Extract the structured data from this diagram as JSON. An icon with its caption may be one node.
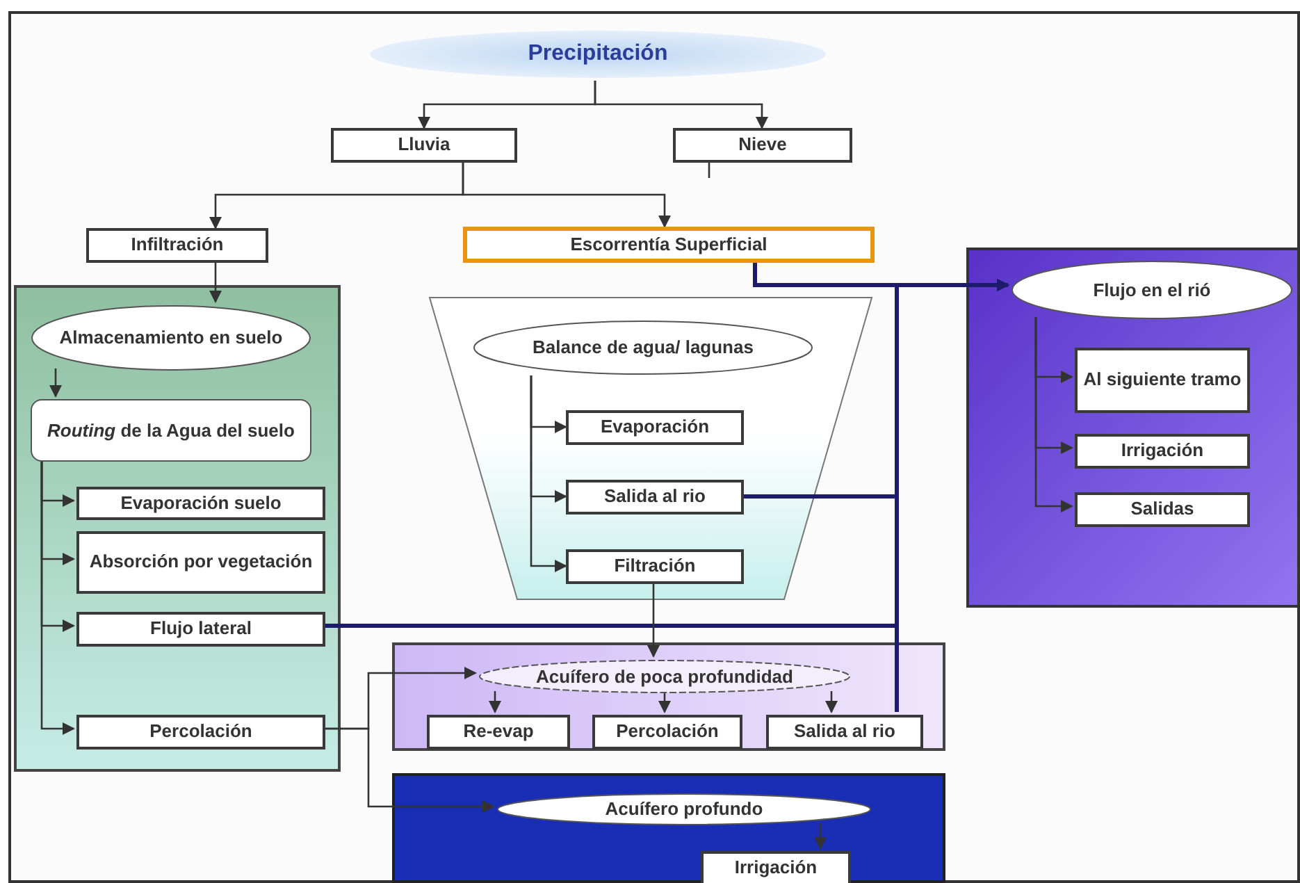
{
  "diagram": {
    "nodes": [
      {
        "text": [
          "Precipitación"
        ]
      },
      {
        "text": [
          "Lluvia"
        ]
      },
      {
        "text": [
          "Nieve"
        ]
      },
      {
        "text": [
          "Infiltración"
        ]
      },
      {
        "text": [
          "Escorrentía Superficial"
        ]
      },
      {
        "text": [],
        "shape": "box"
      },
      {
        "text": [
          "Almacenamiento en suelo"
        ],
        "in": 5
      },
      {
        "text": [
          "*Routing* de la Agua del suelo"
        ],
        "in": 5
      },
      {
        "text": [
          "Evaporación suelo"
        ],
        "in": 5
      },
      {
        "text": [
          "Absorción por vegetación"
        ],
        "in": 5
      },
      {
        "text": [
          "Flujo lateral"
        ],
        "in": 5
      },
      {
        "text": [
          "Percolación"
        ],
        "in": 5
      },
      {
        "text": [],
        "shape": "trapezoid"
      },
      {
        "text": [
          "Balance de agua/ lagunas"
        ],
        "in": 12
      },
      {
        "text": [
          "Evaporación"
        ],
        "in": 12
      },
      {
        "text": [
          "Salida al rio"
        ],
        "in": 12
      },
      {
        "text": [
          "Filtración"
        ],
        "in": 12
      },
      {
        "text": [],
        "shape": "box"
      },
      {
        "text": [
          "Flujo en el rió"
        ],
        "in": 17
      },
      {
        "text": [
          "Al siguiente tramo"
        ],
        "in": 17
      },
      {
        "text": [
          "Irrigación"
        ],
        "in": 17
      },
      {
        "text": [
          "Salidas"
        ],
        "in": 17
      },
      {
        "text": [],
        "shape": "box"
      },
      {
        "text": [
          "Acuífero de poca profundidad"
        ],
        "in": 22
      },
      {
        "text": [
          "Re-evap"
        ],
        "in": 22
      },
      {
        "text": [
          "Percolación"
        ],
        "in": 22
      },
      {
        "text": [
          "Salida al rio"
        ],
        "in": 22
      },
      {
        "text": [],
        "shape": "box"
      },
      {
        "text": [
          "Acuífero profundo"
        ],
        "in": 27
      },
      {
        "text": [
          "Irrigación"
        ],
        "in": 27
      }
    ],
    "edges": [
      {
        "from": 0,
        "to": 1,
        "arrow": "to"
      },
      {
        "from": 0,
        "to": 2,
        "arrow": "to"
      },
      {
        "from": 1,
        "to": 3,
        "arrow": "to"
      },
      {
        "from": 1,
        "to": 4,
        "arrow": "to"
      },
      {
        "from": 2,
        "to": null,
        "arrow": "none"
      },
      {
        "from": 3,
        "to": 6,
        "arrow": "to"
      },
      {
        "from": 6,
        "to": 7,
        "arrow": "to"
      },
      {
        "from": 7,
        "to": 8,
        "arrow": "to"
      },
      {
        "from": 7,
        "to": 9,
        "arrow": "to"
      },
      {
        "from": 7,
        "to": 10,
        "arrow": "to"
      },
      {
        "from": 7,
        "to": 11,
        "arrow": "to"
      },
      {
        "from": 4,
        "to": 18,
        "arrow": "to",
        "style": "thick",
        "color": "#1c1c6b"
      },
      {
        "from": 15,
        "to": 18,
        "arrow": "to",
        "style": "thick",
        "color": "#1c1c6b"
      },
      {
        "from": 10,
        "to": 18,
        "arrow": "to",
        "style": "thick",
        "color": "#1c1c6b"
      },
      {
        "from": 26,
        "to": 18,
        "arrow": "to",
        "style": "thick",
        "color": "#1c1c6b"
      },
      {
        "from": 13,
        "to": 14,
        "arrow": "to"
      },
      {
        "from": 13,
        "to": 15,
        "arrow": "to"
      },
      {
        "from": 13,
        "to": 16,
        "arrow": "to"
      },
      {
        "from": 16,
        "to": 23,
        "arrow": "to"
      },
      {
        "from": 11,
        "to": 23,
        "arrow": "to"
      },
      {
        "from": 11,
        "to": 28,
        "arrow": "to"
      },
      {
        "from": 23,
        "to": 24,
        "arrow": "to"
      },
      {
        "from": 23,
        "to": 25,
        "arrow": "to"
      },
      {
        "from": 23,
        "to": 26,
        "arrow": "to"
      },
      {
        "from": 18,
        "to": 19,
        "arrow": "to"
      },
      {
        "from": 18,
        "to": 20,
        "arrow": "to"
      },
      {
        "from": 18,
        "to": 21,
        "arrow": "to"
      },
      {
        "from": 28,
        "to": 29,
        "arrow": "to"
      }
    ]
  }
}
